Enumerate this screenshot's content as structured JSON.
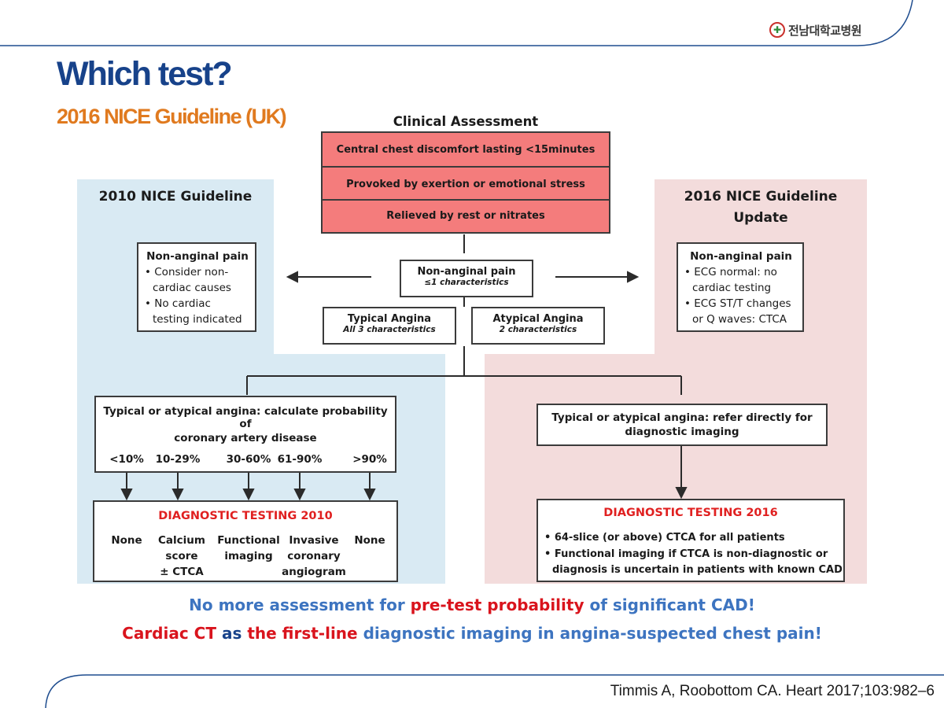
{
  "header": {
    "logo_text": "전남대학교병원",
    "title": "Which test?",
    "subtitle": "2016 NICE Guideline (UK)"
  },
  "diagram": {
    "clinical_assessment": {
      "title": "Clinical Assessment",
      "rows": [
        "Central chest discomfort lasting <15minutes",
        "Provoked by exertion or emotional stress",
        "Relieved by rest or nitrates"
      ]
    },
    "left_panel_title": "2010 NICE Guideline",
    "right_panel_title_line1": "2016 NICE Guideline",
    "right_panel_title_line2": "Update",
    "non_anginal_center": {
      "label": "Non-anginal pain",
      "sub": "≤1 characteristics"
    },
    "typical": {
      "label": "Typical Angina",
      "sub": "All 3 characteristics"
    },
    "atypical": {
      "label": "Atypical Angina",
      "sub": "2 characteristics"
    },
    "left_non_anginal": {
      "title": "Non-anginal pain",
      "items": [
        "• Consider non-",
        "cardiac causes",
        "• No cardiac",
        "testing indicated"
      ]
    },
    "right_non_anginal": {
      "title": "Non-anginal pain",
      "items": [
        "• ECG normal: no",
        "cardiac testing",
        "• ECG ST/T changes",
        "or Q waves: CTCA"
      ]
    },
    "left_prob": {
      "line1": "Typical or atypical angina: calculate probability of",
      "line2": "coronary artery disease",
      "ranges": [
        "<10%",
        "10-29%",
        "30-60%",
        "61-90%",
        ">90%"
      ]
    },
    "right_refer": {
      "line1": "Typical or atypical angina: refer directly for",
      "line2": "diagnostic imaging"
    },
    "diag2010": {
      "title": "DIAGNOSTIC TESTING 2010",
      "cols": [
        [
          "None"
        ],
        [
          "Calcium",
          "score",
          "± CTCA"
        ],
        [
          "Functional",
          "imaging"
        ],
        [
          "Invasive",
          "coronary",
          "angiogram"
        ],
        [
          "None"
        ]
      ]
    },
    "diag2016": {
      "title": "DIAGNOSTIC TESTING 2016",
      "lines": [
        "• 64-slice (or above) CTCA for all patients",
        "• Functional imaging if CTCA is non-diagnostic or",
        "diagnosis is uncertain in patients with known CAD"
      ]
    }
  },
  "conclusion": {
    "line1": {
      "a": "No more assessment for ",
      "b": "pre-test probability",
      "c": " of significant CAD!"
    },
    "line2": {
      "a": "Cardiac CT",
      "b": " as ",
      "c": "the first-line",
      "d": " diagnostic imaging in angina-suspected chest pain!"
    }
  },
  "citation": "Timmis A, Roobottom CA. Heart 2017;103:982–6",
  "colors": {
    "title": "#17428a",
    "subtitle": "#e07a1f",
    "red_box": "#f47c7c",
    "left_panel": "#d9eaf3",
    "right_panel": "#f3dcdc",
    "emphasis_red": "#d9141d",
    "emphasis_blue": "#3d74c0"
  }
}
